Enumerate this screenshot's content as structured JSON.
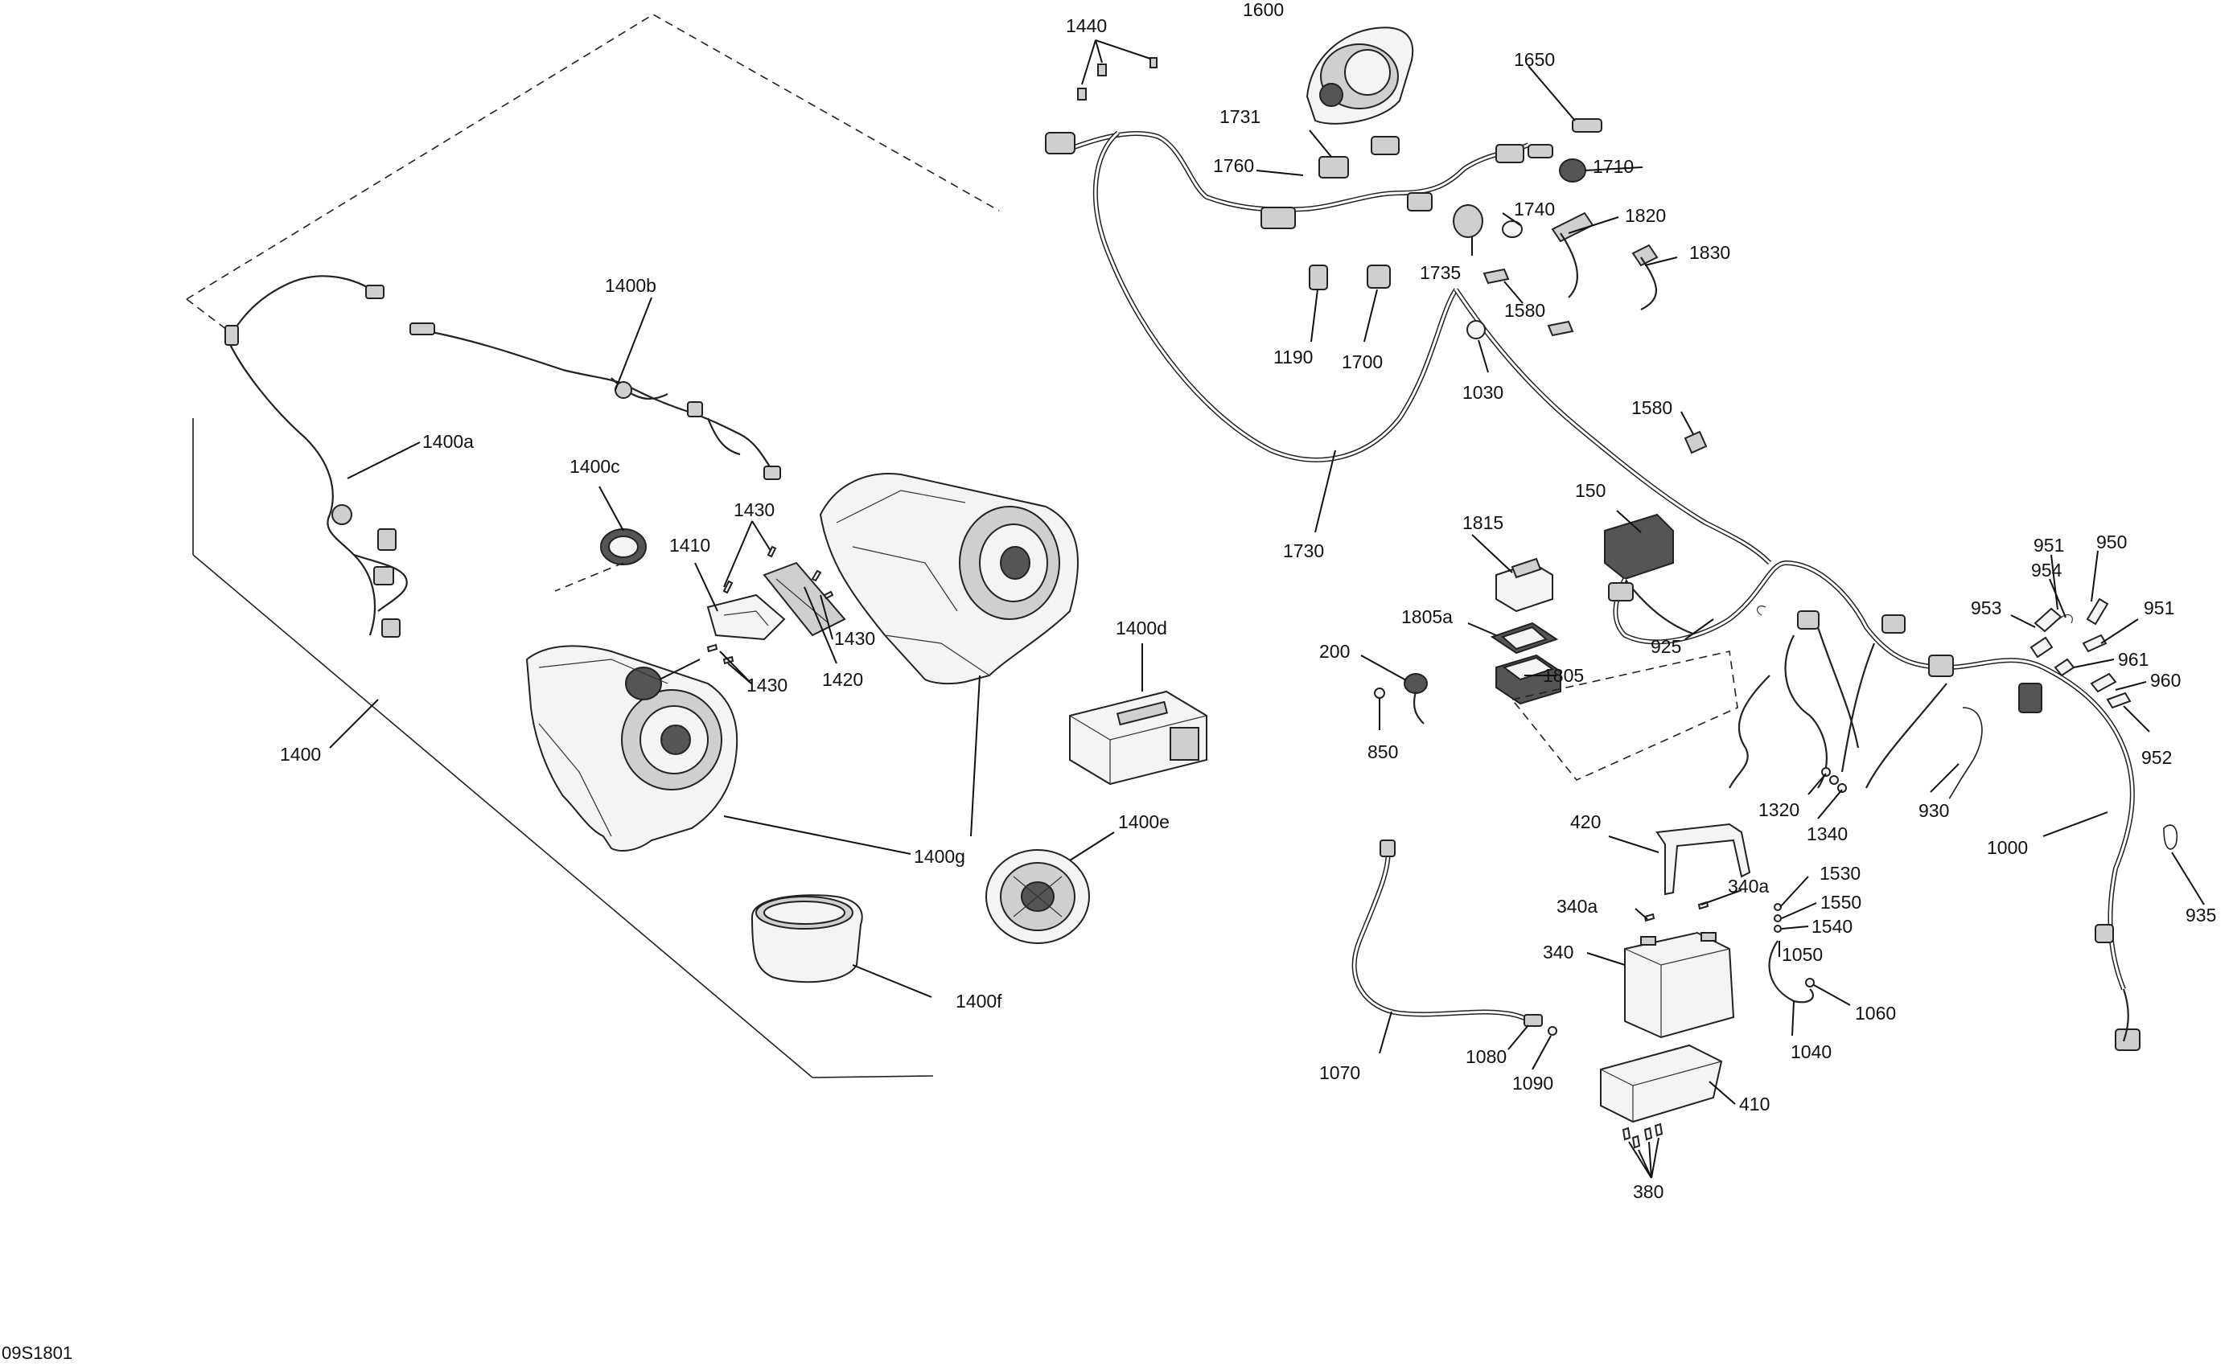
{
  "figure_id": "09S1801",
  "callouts": [
    {
      "id": "c1440",
      "label": "1440"
    },
    {
      "id": "c1600",
      "label": "1600"
    },
    {
      "id": "c1650",
      "label": "1650"
    },
    {
      "id": "c1731",
      "label": "1731"
    },
    {
      "id": "c1760",
      "label": "1760"
    },
    {
      "id": "c1710",
      "label": "1710"
    },
    {
      "id": "c1740",
      "label": "1740"
    },
    {
      "id": "c1820",
      "label": "1820"
    },
    {
      "id": "c1735",
      "label": "1735"
    },
    {
      "id": "c1830",
      "label": "1830"
    },
    {
      "id": "c1580a",
      "label": "1580"
    },
    {
      "id": "c1190",
      "label": "1190"
    },
    {
      "id": "c1700",
      "label": "1700"
    },
    {
      "id": "c1030",
      "label": "1030"
    },
    {
      "id": "c1400b",
      "label": "1400b"
    },
    {
      "id": "c1400a",
      "label": "1400a"
    },
    {
      "id": "c1400c",
      "label": "1400c"
    },
    {
      "id": "c1430a",
      "label": "1430"
    },
    {
      "id": "c1410",
      "label": "1410"
    },
    {
      "id": "c1430b",
      "label": "1430"
    },
    {
      "id": "c1420",
      "label": "1420"
    },
    {
      "id": "c1430c",
      "label": "1430"
    },
    {
      "id": "c1400",
      "label": "1400"
    },
    {
      "id": "c1400d",
      "label": "1400d"
    },
    {
      "id": "c1400g",
      "label": "1400g"
    },
    {
      "id": "c1400e",
      "label": "1400e"
    },
    {
      "id": "c1400f",
      "label": "1400f"
    },
    {
      "id": "c1730",
      "label": "1730"
    },
    {
      "id": "c1580b",
      "label": "1580"
    },
    {
      "id": "c150",
      "label": "150"
    },
    {
      "id": "c1815",
      "label": "1815"
    },
    {
      "id": "c1805a",
      "label": "1805a"
    },
    {
      "id": "c200",
      "label": "200"
    },
    {
      "id": "c1805",
      "label": "1805"
    },
    {
      "id": "c925",
      "label": "925"
    },
    {
      "id": "c850",
      "label": "850"
    },
    {
      "id": "c951a",
      "label": "951"
    },
    {
      "id": "c950",
      "label": "950"
    },
    {
      "id": "c954",
      "label": "954"
    },
    {
      "id": "c953",
      "label": "953"
    },
    {
      "id": "c951b",
      "label": "951"
    },
    {
      "id": "c961",
      "label": "961"
    },
    {
      "id": "c960",
      "label": "960"
    },
    {
      "id": "c952",
      "label": "952"
    },
    {
      "id": "c1320",
      "label": "1320"
    },
    {
      "id": "c1340",
      "label": "1340"
    },
    {
      "id": "c930",
      "label": "930"
    },
    {
      "id": "c1000",
      "label": "1000"
    },
    {
      "id": "c935",
      "label": "935"
    },
    {
      "id": "c420",
      "label": "420"
    },
    {
      "id": "c1530",
      "label": "1530"
    },
    {
      "id": "c340a1",
      "label": "340a"
    },
    {
      "id": "c340a2",
      "label": "340a"
    },
    {
      "id": "c1550",
      "label": "1550"
    },
    {
      "id": "c1540",
      "label": "1540"
    },
    {
      "id": "c340",
      "label": "340"
    },
    {
      "id": "c1050",
      "label": "1050"
    },
    {
      "id": "c1060",
      "label": "1060"
    },
    {
      "id": "c1040",
      "label": "1040"
    },
    {
      "id": "c1070",
      "label": "1070"
    },
    {
      "id": "c1080",
      "label": "1080"
    },
    {
      "id": "c1090",
      "label": "1090"
    },
    {
      "id": "c410",
      "label": "410"
    },
    {
      "id": "c380",
      "label": "380"
    }
  ]
}
